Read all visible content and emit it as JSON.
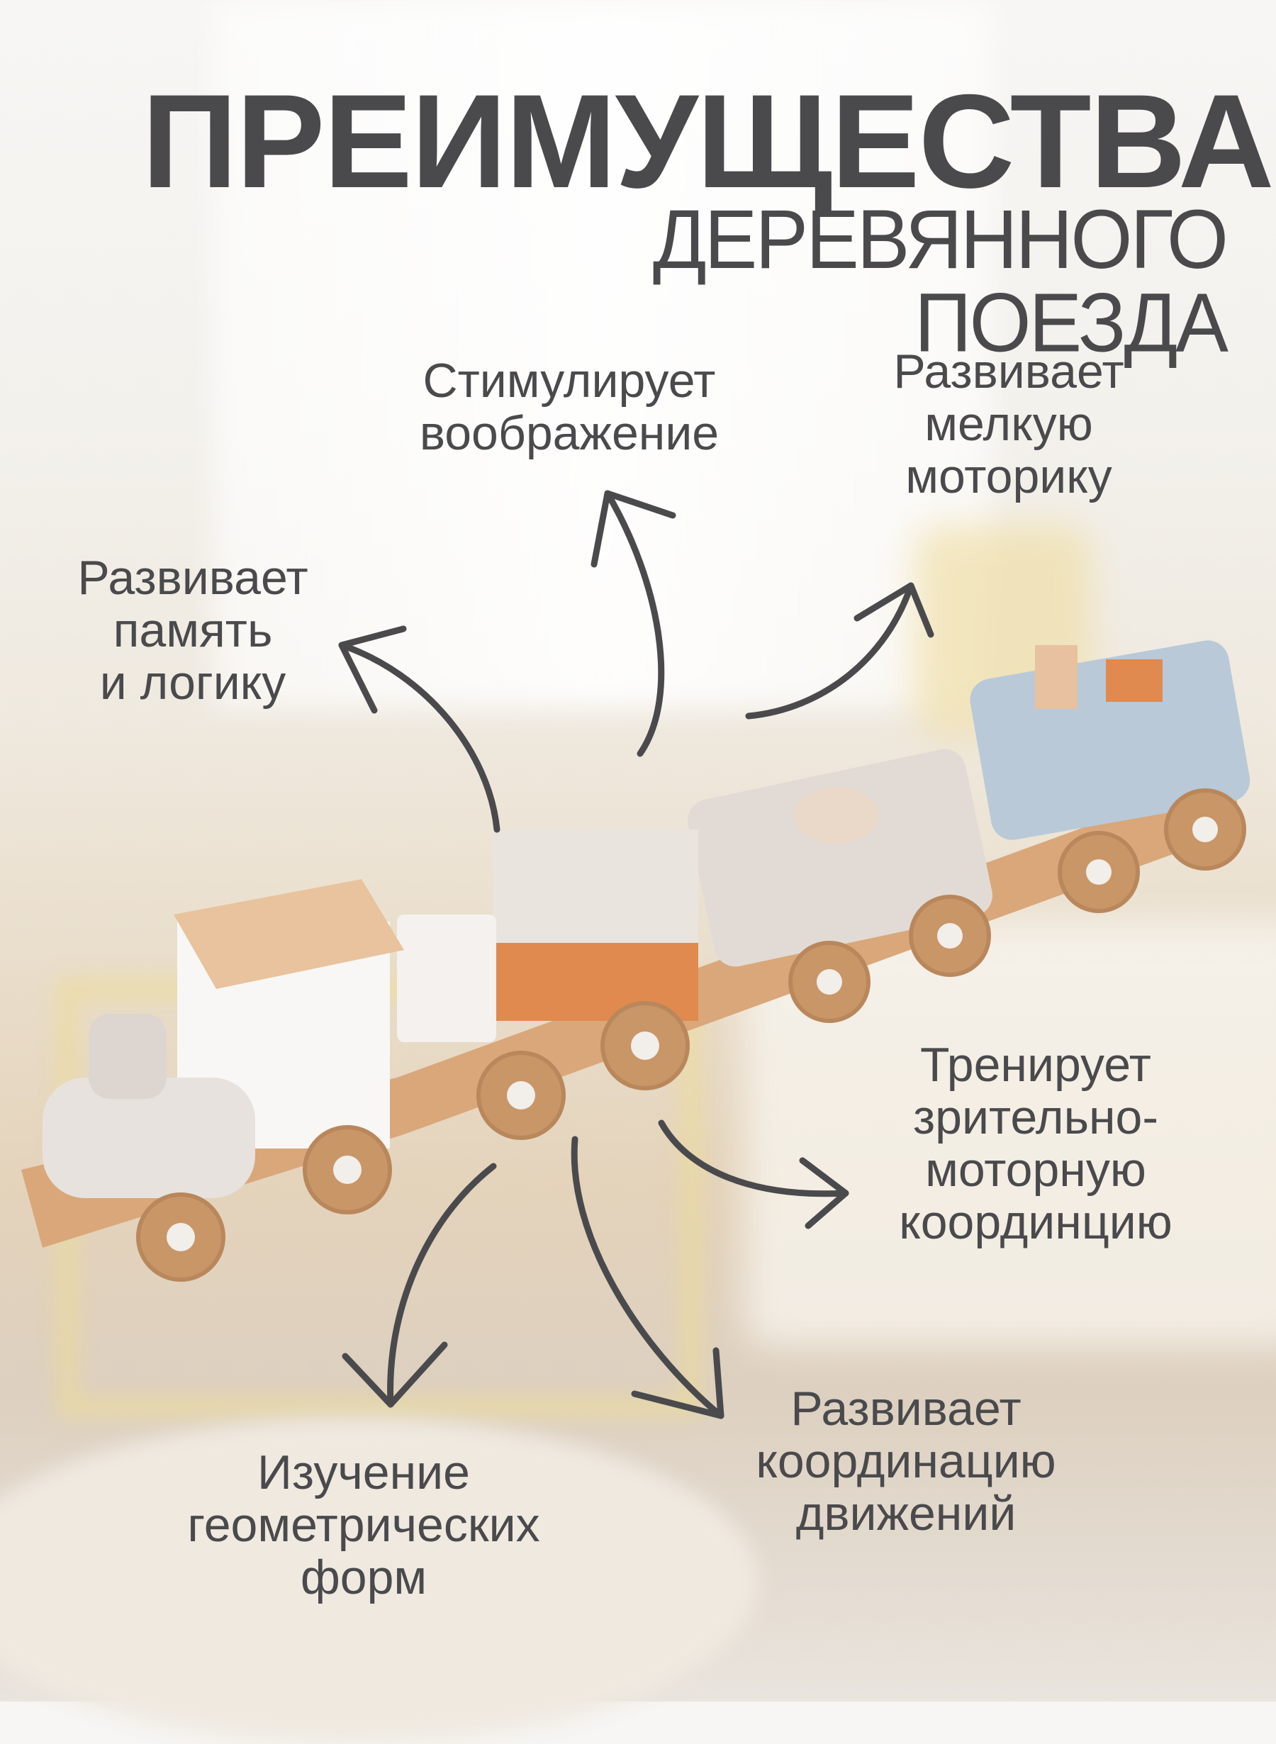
{
  "header": {
    "title": "ПРЕИМУЩЕСТВА",
    "subtitle": "ДЕРЕВЯННОГО ПОЕЗДА"
  },
  "benefits": {
    "imagination": [
      "Стимулирует",
      "воображение"
    ],
    "fine_motor": [
      "Развивает",
      "мелкую",
      "моторику"
    ],
    "memory": [
      "Развивает",
      "память",
      "и логику"
    ],
    "eye_hand": [
      "Тренирует",
      "зрительно-",
      "моторную",
      "координцию"
    ],
    "movement": [
      "Развивает",
      "координацию",
      "движений"
    ],
    "geometry": [
      "Изучение",
      "геометрических",
      "форм"
    ]
  },
  "colors": {
    "text": "#4a4a4d",
    "wood": "#d9a77a",
    "orange": "#e08a4f",
    "blue_wagon": "#b9c9d8",
    "grey_wagon": "#e2dbd5"
  }
}
